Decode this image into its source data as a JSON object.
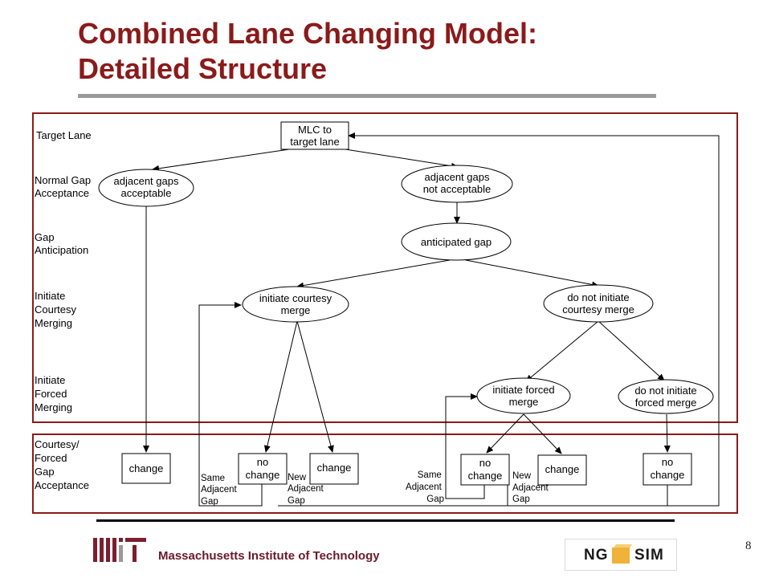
{
  "title": {
    "line1": "Combined Lane Changing Model:",
    "line2": "Detailed Structure"
  },
  "levels": {
    "target_lane": [
      "Target Lane"
    ],
    "normal_gap": [
      "Normal Gap",
      "Acceptance"
    ],
    "gap_anticipation": [
      "Gap",
      "Anticipation"
    ],
    "courtesy_merging": [
      "Initiate",
      "Courtesy",
      "Merging"
    ],
    "forced_merging": [
      "Initiate",
      "Forced",
      "Merging"
    ],
    "gap_acceptance": [
      "Courtesy/",
      "Forced",
      "Gap",
      "Acceptance"
    ]
  },
  "nodes": {
    "mlc": [
      "MLC to",
      "target lane"
    ],
    "adj_acceptable": [
      "adjacent gaps",
      "acceptable"
    ],
    "adj_not_acceptable": [
      "adjacent gaps",
      "not acceptable"
    ],
    "anticipated": [
      "anticipated gap"
    ],
    "init_courtesy": [
      "initiate courtesy",
      "merge"
    ],
    "no_init_courtesy": [
      "do not initiate",
      "courtesy merge"
    ],
    "init_forced": [
      "initiate forced",
      "merge"
    ],
    "no_init_forced": [
      "do not initiate",
      "forced merge"
    ],
    "change1": [
      "change"
    ],
    "nochange1": [
      "no",
      "change"
    ],
    "change2": [
      "change"
    ],
    "nochange2": [
      "no",
      "change"
    ],
    "change3": [
      "change"
    ],
    "nochange3": [
      "no",
      "change"
    ]
  },
  "edge_labels": {
    "same_gap_1": [
      "Same",
      "Adjacent",
      "Gap"
    ],
    "new_gap_1": [
      "New",
      "Adjacent",
      "Gap"
    ],
    "same_gap_2": [
      "Same",
      "Adjacent",
      "Gap"
    ],
    "new_gap_2": [
      "New",
      "Adjacent",
      "Gap"
    ]
  },
  "colors": {
    "title": "#8b1a1a",
    "frame": "#8b1a1a",
    "rule": "#9a9a9a"
  },
  "footer": {
    "institution": "Massachusetts Institute of Technology",
    "logo_left": "MIT",
    "logo_right": "NG SIM",
    "page_number": "8"
  }
}
